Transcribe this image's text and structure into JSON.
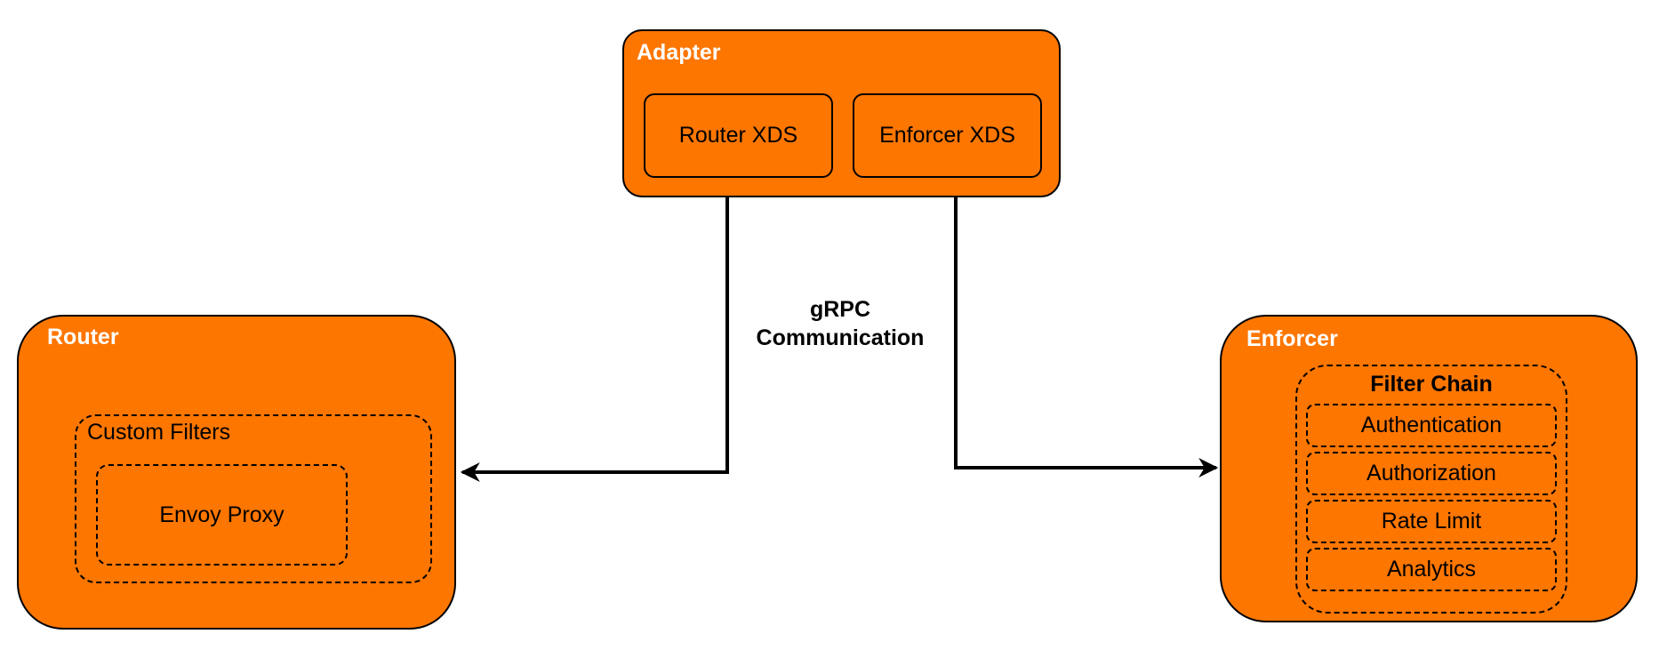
{
  "colors": {
    "box_fill": "#fd7600",
    "stroke": "#000000",
    "title_text": "#ffffff"
  },
  "adapter": {
    "title": "Adapter",
    "router_xds": "Router XDS",
    "enforcer_xds": "Enforcer XDS"
  },
  "router": {
    "title": "Router",
    "custom_filters": "Custom Filters",
    "envoy_proxy": "Envoy Proxy"
  },
  "enforcer": {
    "title": "Enforcer",
    "filter_chain": "Filter Chain",
    "filters": [
      "Authentication",
      "Authorization",
      "Rate Limit",
      "Analytics"
    ]
  },
  "connector": {
    "label_line1": "gRPC",
    "label_line2": "Communication"
  }
}
